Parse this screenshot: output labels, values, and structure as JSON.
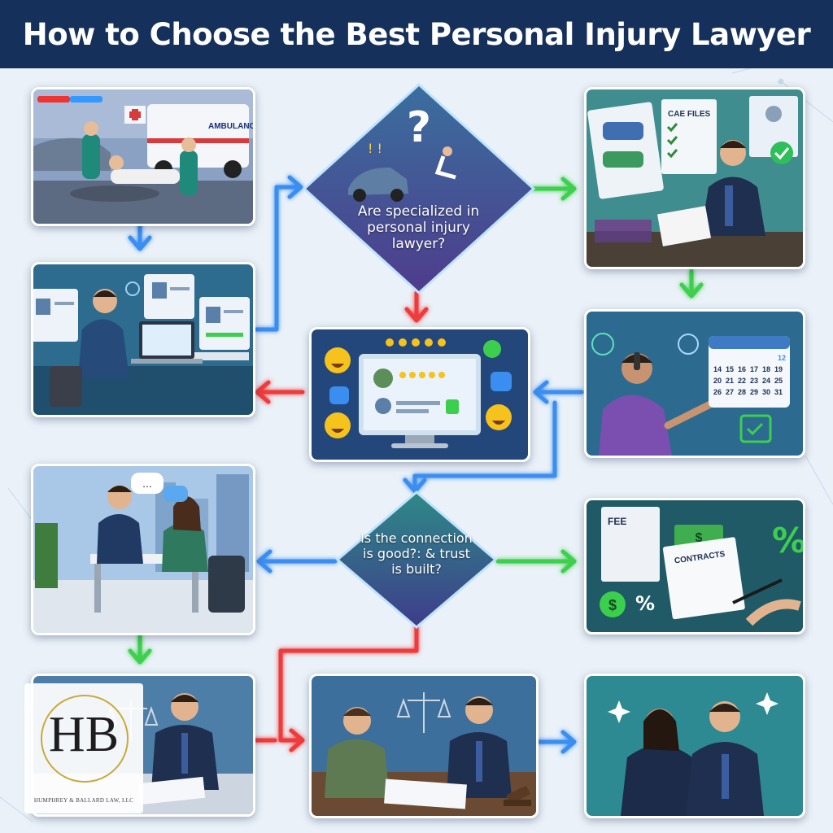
{
  "title": "How to Choose the Best Personal Injury Lawyer",
  "decision1": {
    "text": "Are specialized in personal injury lawyer?",
    "mark": "?"
  },
  "decision2": {
    "text": "Is the connection is good?: & trust is built?"
  },
  "panels": {
    "accident": {
      "icon": "ambulance-icon"
    },
    "research": {
      "icon": "laptop-icon"
    },
    "files": {
      "label": "CAE FILES",
      "icon": "document-icon"
    },
    "calendar": {
      "days": [
        "14",
        "15",
        "16",
        "17",
        "18",
        "19",
        "20",
        "21",
        "22",
        "23",
        "24",
        "25",
        "26",
        "27",
        "28",
        "29",
        "30",
        "31"
      ],
      "highlight": "12",
      "icon": "calendar-icon"
    },
    "reviews": {
      "icon": "star-icon"
    },
    "meeting": {
      "icon": "speech-bubble-icon"
    },
    "fees": {
      "fee_label": "FEE",
      "contracts_label": "CONTRACTS",
      "percent": "%",
      "dollar": "$"
    },
    "signing": {
      "icon": "scales-icon"
    },
    "agreement": {
      "icon": "gavel-icon"
    },
    "success": {
      "icon": "sparkle-icon"
    }
  },
  "logo": {
    "initials": "HB",
    "firm": "HUMPHREY & BALLARD LAW, LLC"
  },
  "colors": {
    "header": "#15305a",
    "blue_arrow": "#3a8ef0",
    "green_arrow": "#3ccf4e",
    "red_arrow": "#ee3b3b",
    "diamond": "#2f5d8c"
  }
}
